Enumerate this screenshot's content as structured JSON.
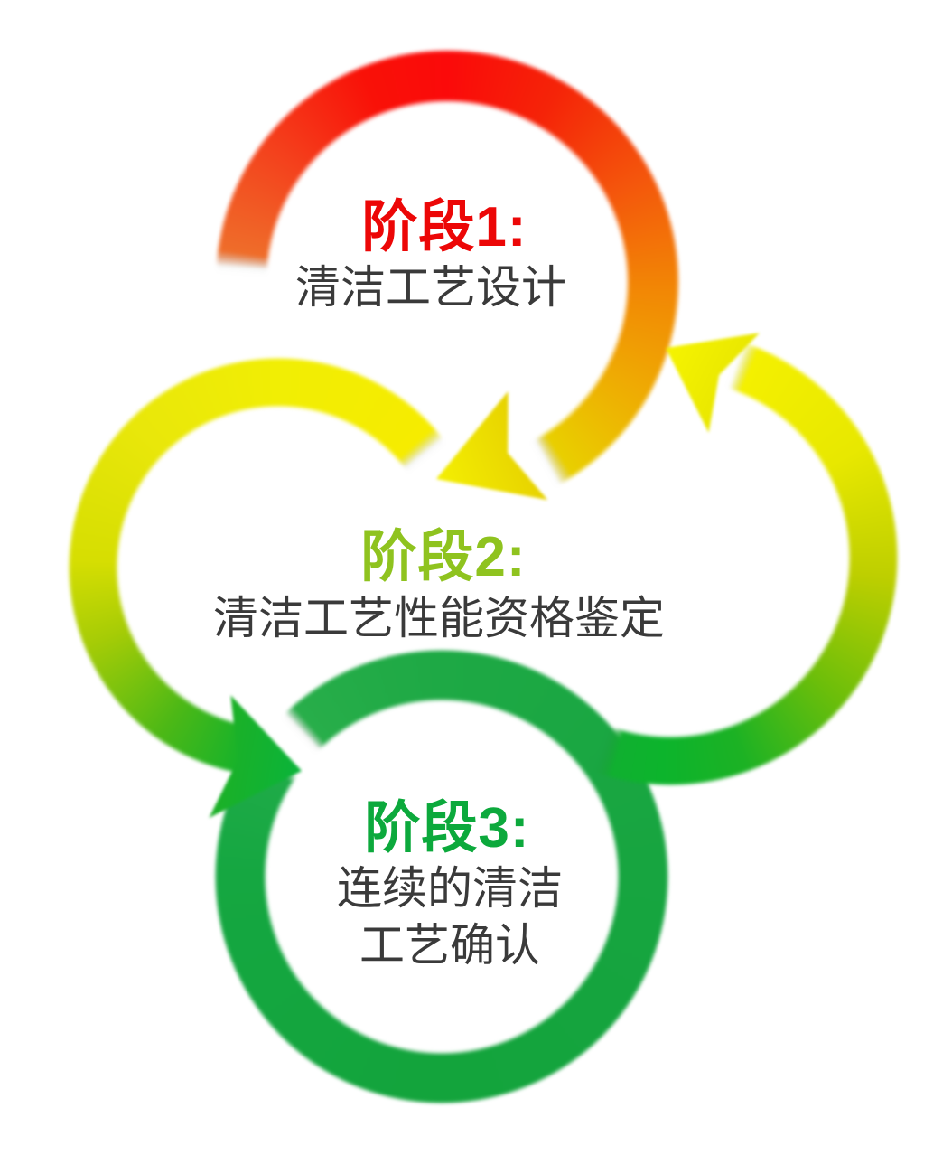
{
  "background_color": "#ffffff",
  "description_color": "#3a3a3a",
  "phases": [
    {
      "label": "阶段1:",
      "description": "清洁工艺设计",
      "label_color": "#ec0707",
      "ring_gradient": [
        "#ef6d2a",
        "#fb0a0a",
        "#f28705",
        "#e9cf00"
      ],
      "arrow_color": "#f2ee05",
      "ring_shape": "open circle, red at top fading to orange and yellow, arrowhead at bottom pointing down-left"
    },
    {
      "label": "阶段2:",
      "description": "清洁工艺性能资格鉴定",
      "label_color": "#8fc31f",
      "left_ring_gradient": [
        "#f6ec00",
        "#d6de02",
        "#4cb816",
        "#12b22c"
      ],
      "right_ring_gradient": [
        "#f4f000",
        "#becf00",
        "#6cbe0a",
        "#0cb42c"
      ],
      "left_arrow_color": "#0db434",
      "right_arrow_color": "#f2ee05",
      "ring_shape": "two yellow-to-green open circles flanking the text; left arrowhead points right into phase 3 ring, right arrowhead points up-left toward phase 1 ring"
    },
    {
      "label": "阶段3:",
      "description_line1": "连续的清洁",
      "description_line2": "工艺确认",
      "label_color": "#0ca93c",
      "ring_color": "#18a742",
      "ring_shape": "nearly closed green circle with small notch at upper-left"
    }
  ]
}
